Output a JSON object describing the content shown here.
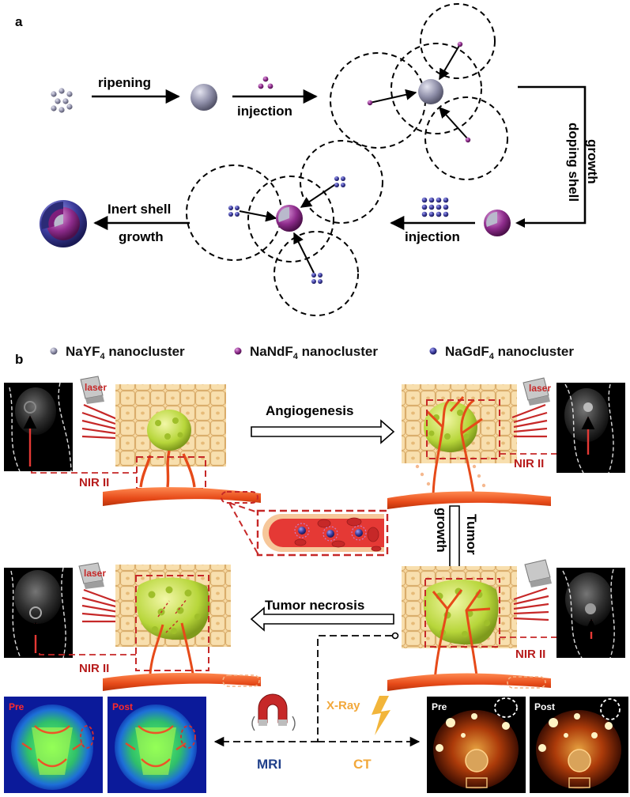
{
  "panels": {
    "a": "a",
    "b": "b"
  },
  "panel_a": {
    "ripening": "ripening",
    "injection_1": "injection",
    "doping_shell": "doping shell",
    "growth_1": "growth",
    "injection_2": "injection",
    "inert_shell": "Inert shell",
    "growth_2": "growth"
  },
  "legend": {
    "item1_prefix": "NaYF",
    "item1_sub": "4",
    "item1_suffix": " nanocluster",
    "item2_prefix": "NaNdF",
    "item2_sub": "4",
    "item2_suffix": " nanocluster",
    "item3_prefix": "NaGdF",
    "item3_sub": "4",
    "item3_suffix": " nanocluster"
  },
  "panel_b": {
    "laser": "laser",
    "nir": "NIR II",
    "angiogenesis": "Angiogenesis",
    "tumor": "Tumor",
    "growth": "growth",
    "necrosis": "Tumor  necrosis",
    "xray": "X-Ray",
    "mri": "MRI",
    "ct": "CT",
    "pre": "Pre",
    "post": "Post"
  },
  "colors": {
    "core": "#8e8ea8",
    "shell_nd": "#8e2c8c",
    "shell_gd": "#3b3b9c",
    "vessel": "#e64a19",
    "cells": "#f6d9a3",
    "tumor": "#b7d63a",
    "nir_red": "#c62828"
  }
}
